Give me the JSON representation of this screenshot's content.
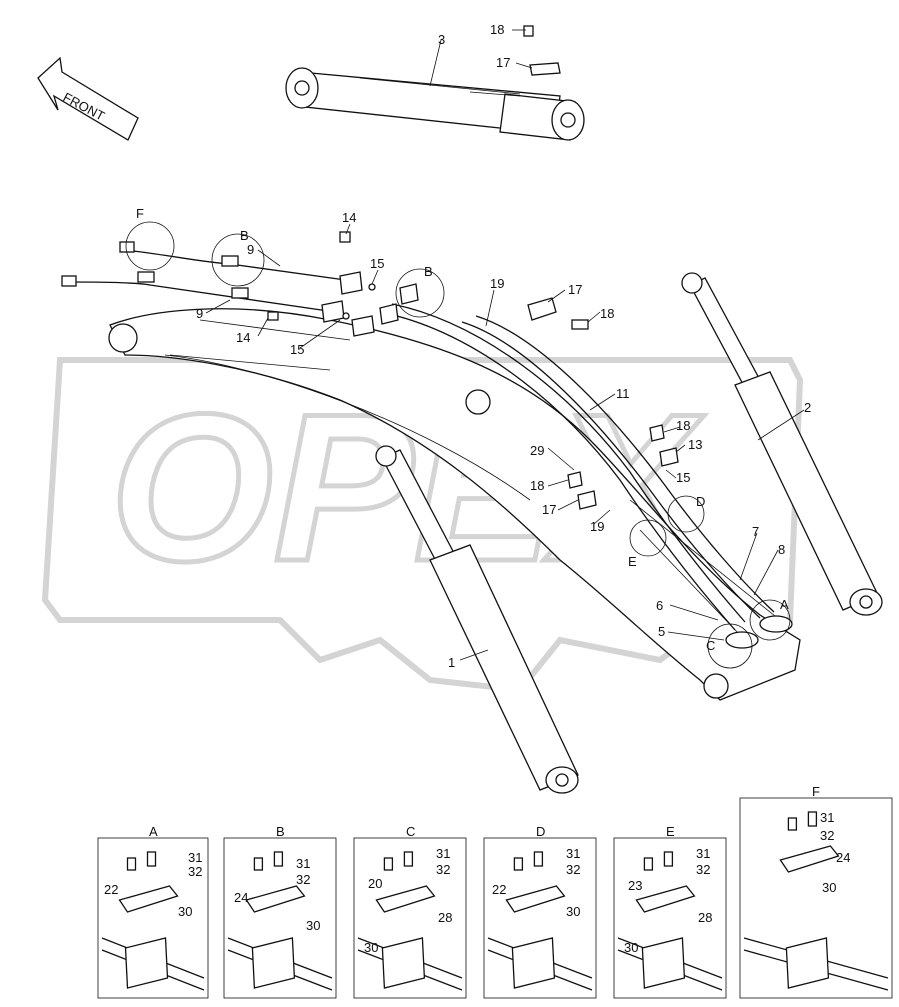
{
  "watermark": {
    "text": "OPEX"
  },
  "direction_arrow": {
    "label": "FRONT"
  },
  "callouts": {
    "c1": "1",
    "c2": "2",
    "c3": "3",
    "c5": "5",
    "c6": "6",
    "c7": "7",
    "c8": "8",
    "c9a": "9",
    "c9b": "9",
    "c11": "11",
    "c13": "13",
    "c14a": "14",
    "c14b": "14",
    "c15a": "15",
    "c15b": "15",
    "c15c": "15",
    "c17a": "17",
    "c17b": "17",
    "c17c": "17",
    "c18a": "18",
    "c18b": "18",
    "c18c": "18",
    "c18d": "18",
    "c19a": "19",
    "c19b": "19",
    "c29": "29",
    "ringB1": "B",
    "ringB2": "B",
    "ringF": "F",
    "ringA": "A",
    "ringC": "C",
    "ringD": "D",
    "ringE": "E"
  },
  "details": [
    {
      "letter": "A",
      "labels": [
        "31",
        "32",
        "22",
        "30"
      ]
    },
    {
      "letter": "B",
      "labels": [
        "31",
        "32",
        "24",
        "30"
      ]
    },
    {
      "letter": "C",
      "labels": [
        "31",
        "32",
        "20",
        "28",
        "30"
      ]
    },
    {
      "letter": "D",
      "labels": [
        "31",
        "32",
        "22",
        "30"
      ]
    },
    {
      "letter": "E",
      "labels": [
        "31",
        "32",
        "23",
        "28",
        "30"
      ]
    },
    {
      "letter": "F",
      "labels": [
        "31",
        "32",
        "24",
        "30"
      ]
    }
  ]
}
